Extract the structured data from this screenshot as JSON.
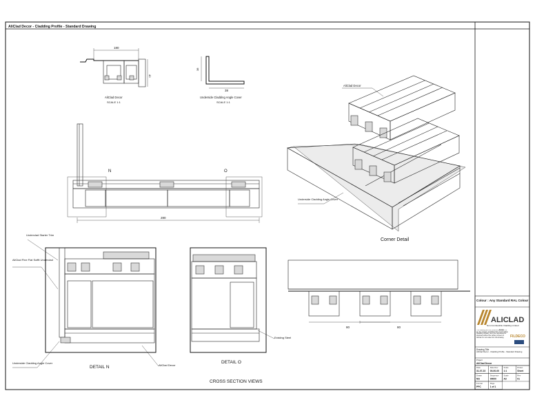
{
  "sheet_title": "AliClad Decor - Cladding Profile - Standard Drawing",
  "top_views": {
    "profile_label": "AliClad Decor",
    "profile_scale": "SCALE 1:1",
    "profile_width": "180",
    "profile_height": "40",
    "angle_label": "Underside Cladding Angle Cover",
    "angle_scale": "SCALE 1:1",
    "angle_height": "38",
    "angle_width": "38"
  },
  "plan_view": {
    "marker_n": "N",
    "marker_o": "O",
    "overall_dim": "280"
  },
  "corner_detail": {
    "title": "Corner Detail",
    "label_decor": "AliClad Decor",
    "label_angle": "Underside Cladding Angle Cover"
  },
  "detail_n": {
    "title": "DETAIL N",
    "label_starter": "Underclad Starter Trim",
    "label_soffit": "AliClad Fine Flat Soffit Underclad",
    "label_angle": "Underside Cladding Angle Cover",
    "label_decor": "AliClad Decor"
  },
  "detail_o": {
    "title": "DETAIL O",
    "label_steel": "Existing Steel"
  },
  "section_views_title": "CROSS SECTION VIEWS",
  "cross_section": {
    "dim_left": "80",
    "dim_right": "80"
  },
  "title_block": {
    "colour_note": "Colour : Any Standard RAL Colour",
    "brand": "ALICLAD",
    "tagline": "Non-Combustible Cladding Limited",
    "from": "From",
    "partner": "FILDECO",
    "notes": "This drawing and the products depicted in it are the property of AliClad (Non-Combustible Cladding Limited). Not to be reproduced or disclosed without the written consent of AliClad. Do not scale from this drawing.",
    "drawing_title_label": "Drawing Title",
    "drawing_title": "AliClad Decor - Cladding Profile - Standard Drawing",
    "project_label": "Project",
    "project_value": "AliClad Decor",
    "cells": [
      {
        "label": "Date",
        "value": "31-07-23"
      },
      {
        "label": "Date Rev",
        "value": "00-00-00"
      },
      {
        "label": "Scale",
        "value": "1:1"
      },
      {
        "label": "Drawn",
        "value": "Sheet"
      },
      {
        "label": "Drawn",
        "value": "NG"
      },
      {
        "label": "Sequence",
        "value": "00000"
      },
      {
        "label": "Scale",
        "value": "A3"
      },
      {
        "label": "Rev",
        "value": "01"
      },
      {
        "label": "Format",
        "value": "PPC"
      },
      {
        "label": "Page",
        "value": "1 of 1"
      }
    ]
  }
}
